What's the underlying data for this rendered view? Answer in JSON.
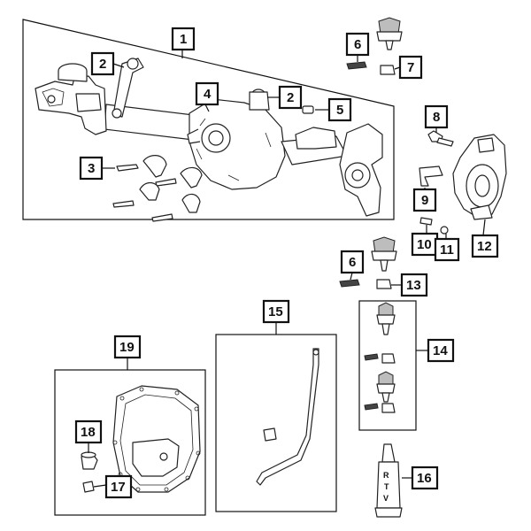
{
  "callouts": {
    "c1": "1",
    "c2a": "2",
    "c2b": "2",
    "c3": "3",
    "c4": "4",
    "c5": "5",
    "c6a": "6",
    "c6b": "6",
    "c7": "7",
    "c8": "8",
    "c9": "9",
    "c10": "10",
    "c11": "11",
    "c12": "12",
    "c13": "13",
    "c14": "14",
    "c15": "15",
    "c16": "16",
    "c17": "17",
    "c18": "18",
    "c19": "19"
  },
  "tube_label": [
    "R",
    "T",
    "V"
  ],
  "icons": {
    "axle": "axle-housing-icon",
    "ball_joint": "ball-joint-icon",
    "knuckle": "steering-knuckle-icon",
    "vent_tube": "vent-tube-icon",
    "cover": "differential-cover-icon",
    "sealant": "sealant-tube-icon"
  }
}
